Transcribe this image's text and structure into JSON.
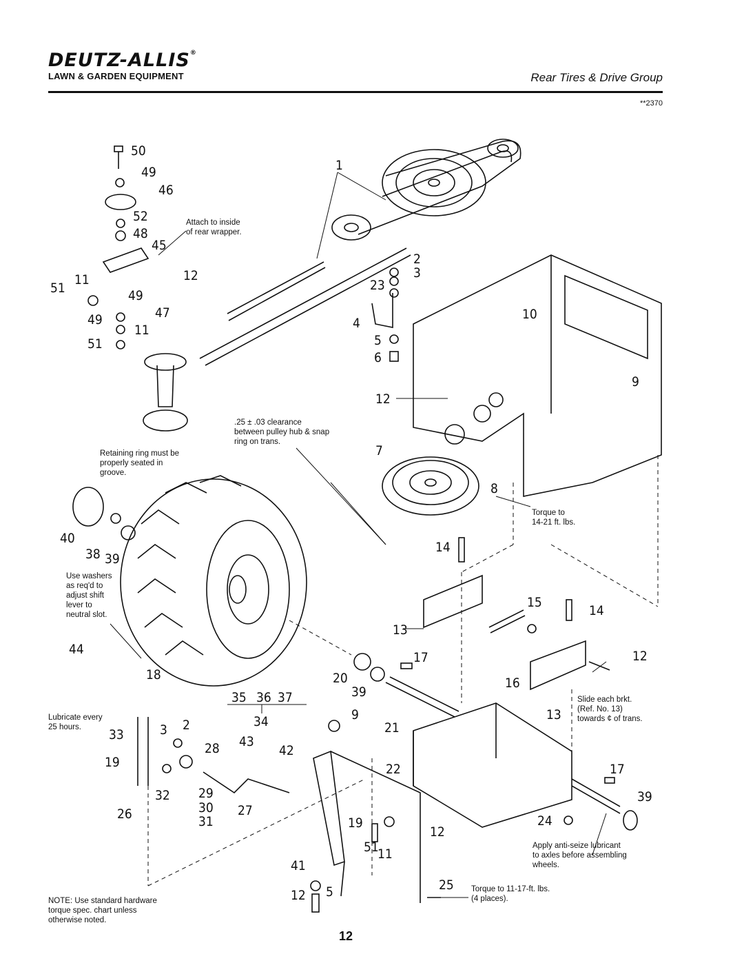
{
  "header": {
    "brand": "DEUTZ-ALLIS",
    "brand_mark": "®",
    "subtitle": "LAWN & GARDEN EQUIPMENT",
    "section_title": "Rear Tires & Drive Group",
    "doc_number": "**2370"
  },
  "notes": {
    "attach": "Attach to inside\nof rear wrapper.",
    "clearance": ".25 ± .03 clearance\nbetween pulley hub & snap\nring on trans.",
    "retaining": "Retaining ring must be\nproperly seated in\ngroove.",
    "washers": "Use washers\nas req'd to\nadjust shift\nlever to\nneutral slot.",
    "torque_14_21": "Torque to\n14-21 ft. lbs.",
    "slide": "Slide each brkt.\n(Ref. No. 13)\ntowards ¢ of trans.",
    "lubricate": "Lubricate every\n25 hours.",
    "anti_seize": "Apply anti-seize lubricant\nto axles before assembling\nwheels.",
    "torque_11_17": "Torque to 11-17-ft. lbs.\n(4 places).",
    "standard_hw": "NOTE: Use standard hardware\ntorque spec. chart unless\notherwise noted."
  },
  "callouts": [
    "50",
    "49",
    "46",
    "52",
    "48",
    "45",
    "12",
    "11",
    "51",
    "49",
    "47",
    "49",
    "11",
    "51",
    "1",
    "2",
    "3",
    "23",
    "4",
    "5",
    "6",
    "10",
    "9",
    "12",
    "7",
    "8",
    "14",
    "15",
    "14",
    "13",
    "12",
    "16",
    "13",
    "17",
    "20",
    "39",
    "35",
    "36",
    "37",
    "34",
    "9",
    "21",
    "40",
    "38",
    "39",
    "44",
    "18",
    "33",
    "3",
    "2",
    "19",
    "28",
    "43",
    "42",
    "32",
    "29",
    "30",
    "27",
    "26",
    "31",
    "22",
    "17",
    "39",
    "24",
    "19",
    "51",
    "11",
    "12",
    "41",
    "12",
    "5",
    "25"
  ],
  "page_number": "12"
}
